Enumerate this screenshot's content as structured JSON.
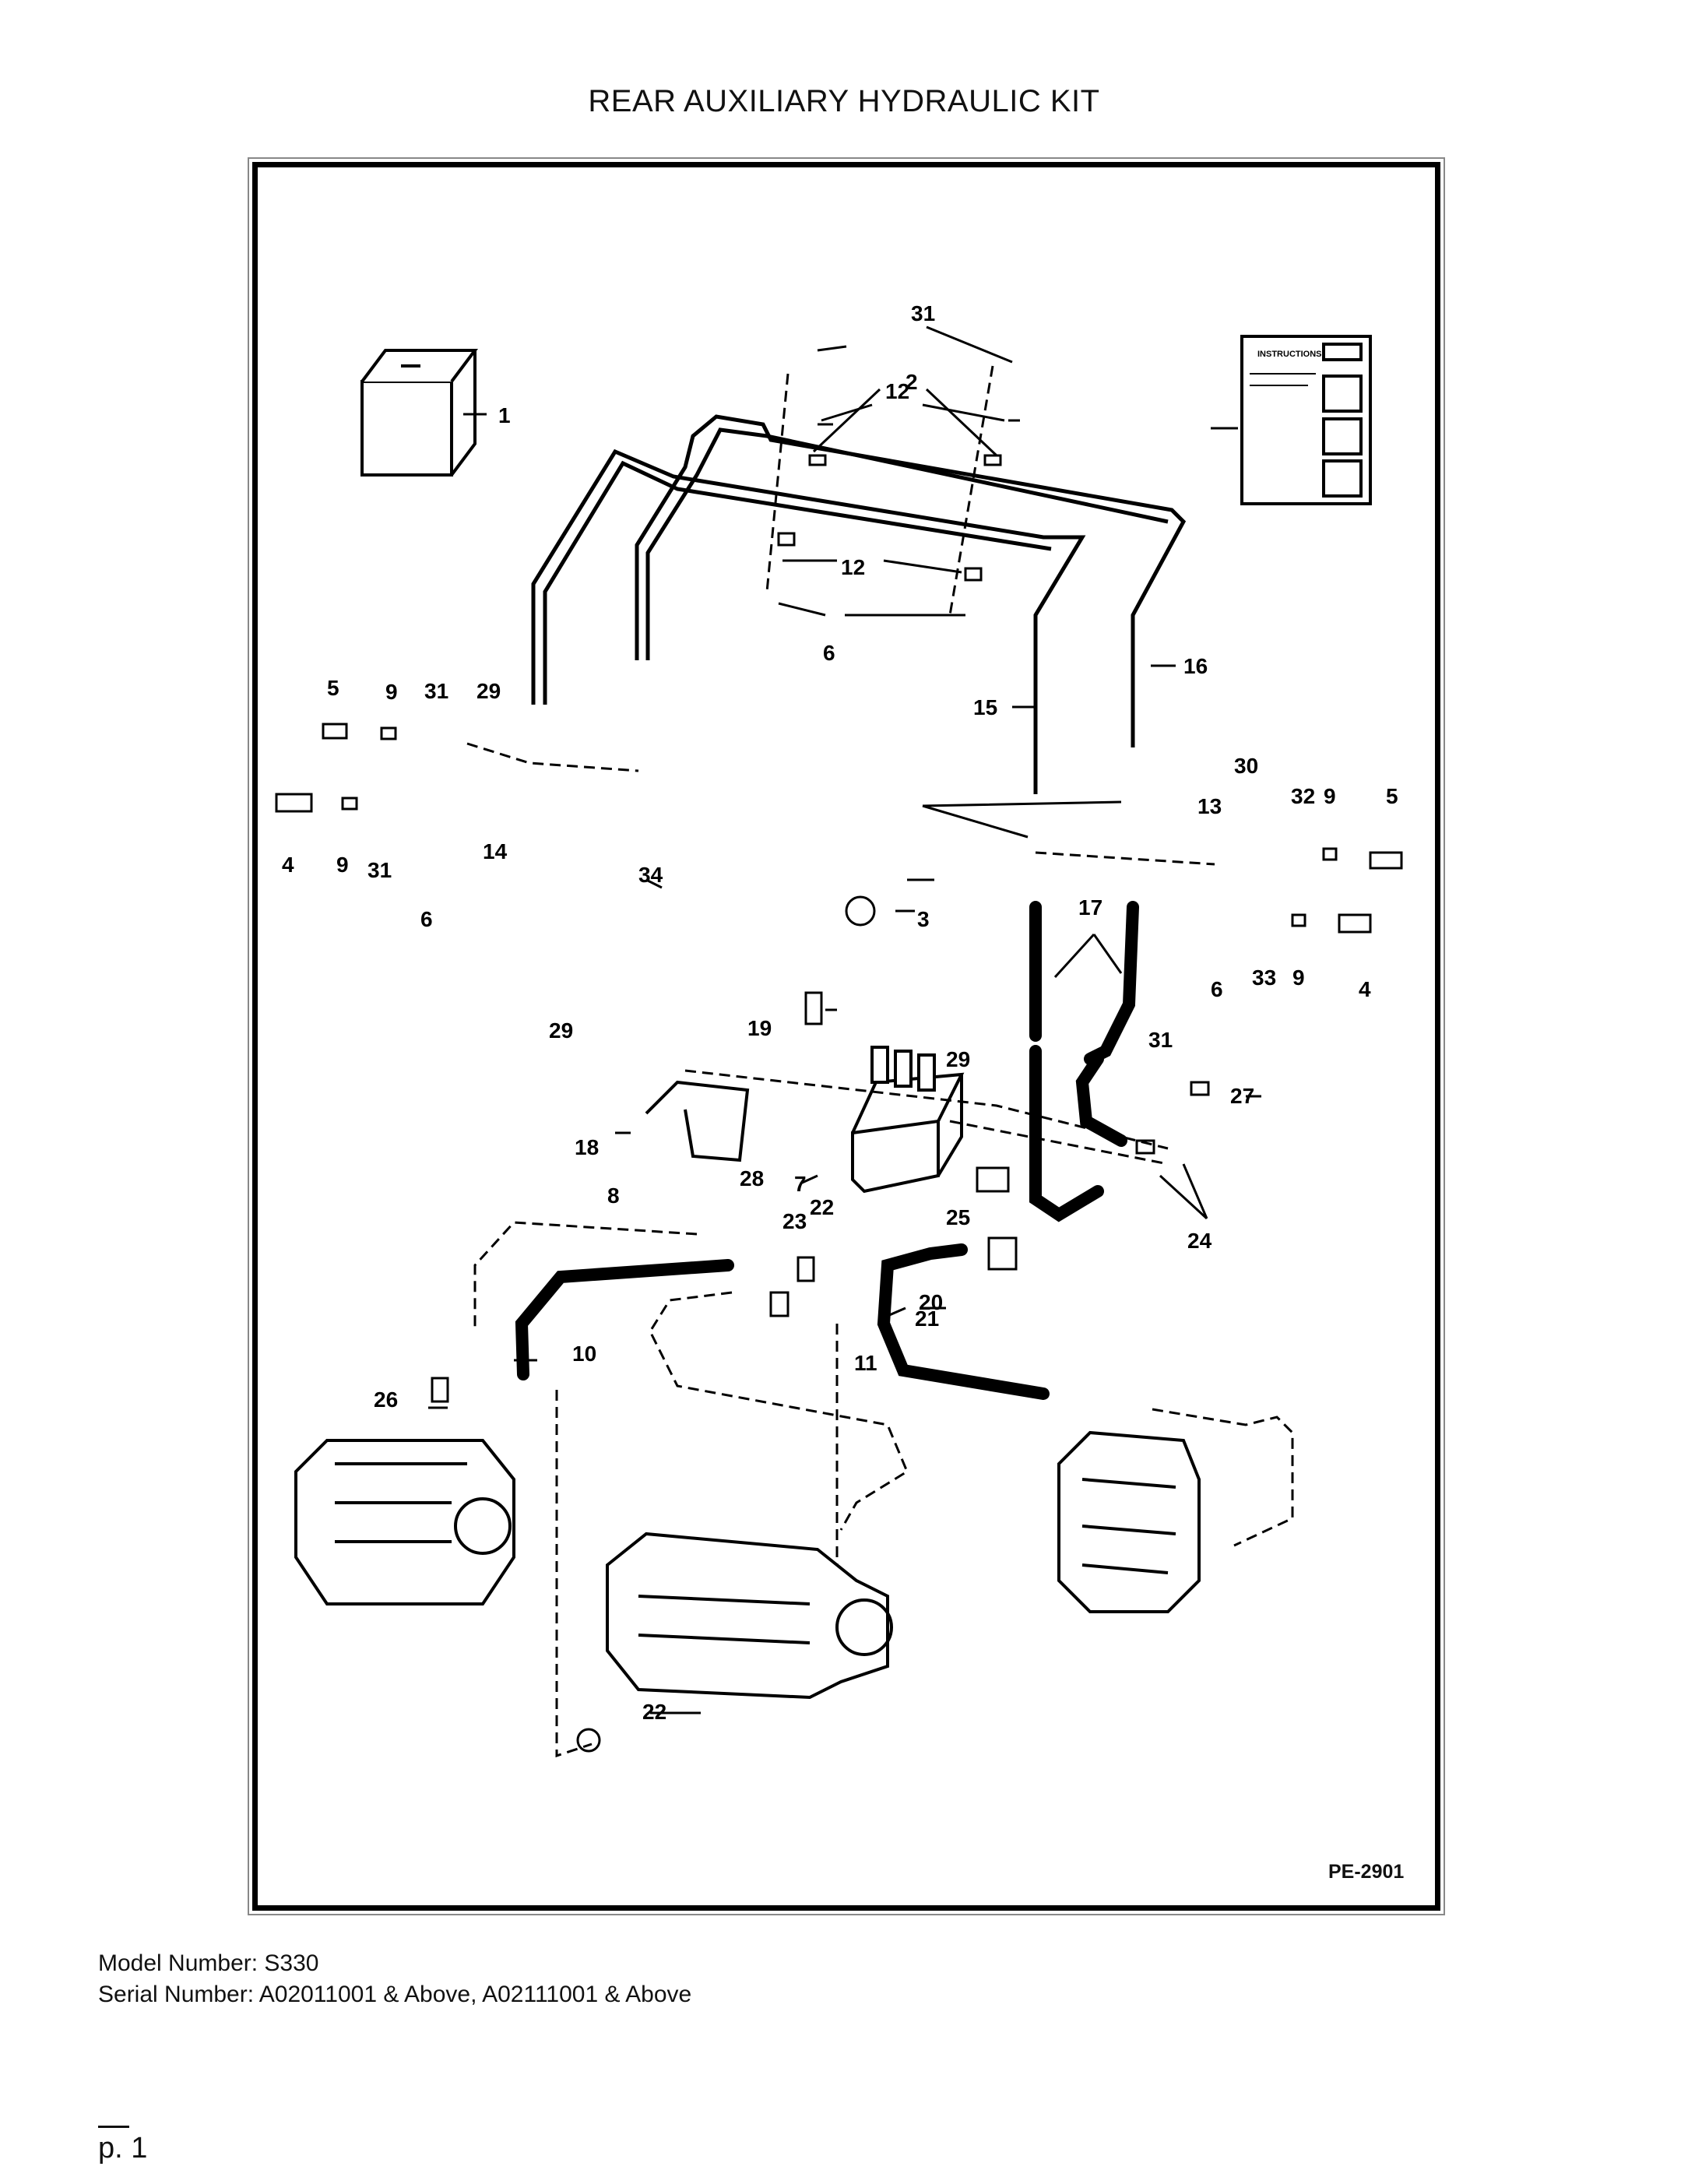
{
  "page": {
    "title": "REAR AUXILIARY HYDRAULIC KIT",
    "drawing_code": "PE-2901",
    "model_number": "Model Number: S330",
    "serial_number": "Serial Number: A02011001 & Above, A02111001 & Above",
    "page_number": "p. 1"
  },
  "diagram": {
    "instruction_sheet_text": "INSTRUCTIONS",
    "callouts": [
      {
        "id": "c1",
        "text": "1"
      },
      {
        "id": "c2",
        "text": "2"
      },
      {
        "id": "c3",
        "text": "3"
      },
      {
        "id": "c4l",
        "text": "4"
      },
      {
        "id": "c4r",
        "text": "4"
      },
      {
        "id": "c5l",
        "text": "5"
      },
      {
        "id": "c5r",
        "text": "5"
      },
      {
        "id": "c6a",
        "text": "6"
      },
      {
        "id": "c6b",
        "text": "6"
      },
      {
        "id": "c6c",
        "text": "6"
      },
      {
        "id": "c7",
        "text": "7"
      },
      {
        "id": "c8",
        "text": "8"
      },
      {
        "id": "c9a",
        "text": "9"
      },
      {
        "id": "c9b",
        "text": "9"
      },
      {
        "id": "c9c",
        "text": "9"
      },
      {
        "id": "c9d",
        "text": "9"
      },
      {
        "id": "c10",
        "text": "10"
      },
      {
        "id": "c11",
        "text": "11"
      },
      {
        "id": "c12a",
        "text": "12"
      },
      {
        "id": "c12b",
        "text": "12"
      },
      {
        "id": "c13",
        "text": "13"
      },
      {
        "id": "c14",
        "text": "14"
      },
      {
        "id": "c15",
        "text": "15"
      },
      {
        "id": "c16",
        "text": "16"
      },
      {
        "id": "c17",
        "text": "17"
      },
      {
        "id": "c18",
        "text": "18"
      },
      {
        "id": "c19",
        "text": "19"
      },
      {
        "id": "c20",
        "text": "20"
      },
      {
        "id": "c21",
        "text": "21"
      },
      {
        "id": "c22a",
        "text": "22"
      },
      {
        "id": "c22b",
        "text": "22"
      },
      {
        "id": "c23",
        "text": "23"
      },
      {
        "id": "c24",
        "text": "24"
      },
      {
        "id": "c25",
        "text": "25"
      },
      {
        "id": "c26",
        "text": "26"
      },
      {
        "id": "c27",
        "text": "27"
      },
      {
        "id": "c28",
        "text": "28"
      },
      {
        "id": "c29a",
        "text": "29"
      },
      {
        "id": "c29b",
        "text": "29"
      },
      {
        "id": "c29c",
        "text": "29"
      },
      {
        "id": "c30",
        "text": "30"
      },
      {
        "id": "c31a",
        "text": "31"
      },
      {
        "id": "c31b",
        "text": "31"
      },
      {
        "id": "c31c",
        "text": "31"
      },
      {
        "id": "c31d",
        "text": "31"
      },
      {
        "id": "c32",
        "text": "32"
      },
      {
        "id": "c33",
        "text": "33"
      },
      {
        "id": "c34",
        "text": "34"
      }
    ]
  }
}
